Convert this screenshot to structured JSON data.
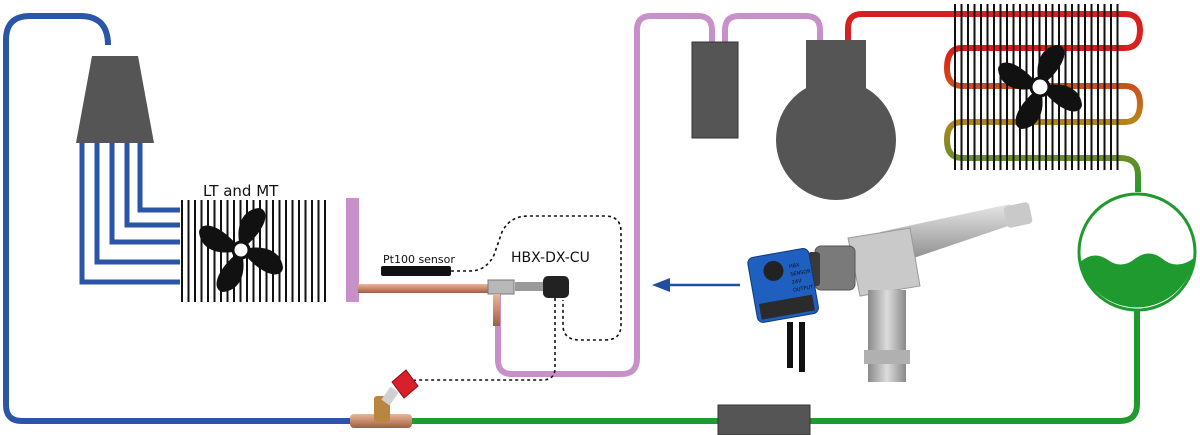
{
  "diagram": {
    "labels": {
      "evaporator": "LT and MT",
      "sensor": "Pt100 sensor",
      "controller": "HBX-DX-CU"
    },
    "sensor_device": {
      "text_lines": [
        "HBX",
        "SENSOR",
        "24V",
        "OUTPUT"
      ]
    },
    "colors": {
      "suction_line": "#2a56a8",
      "liquid_line": "#1f9a2e",
      "discharge_line": "#d82020",
      "suction_gas_line": "#c890c8",
      "component": "#555555",
      "signal_wire": "#111111",
      "flow_arrow": "#1e4fa0",
      "valve": "#d8202a"
    },
    "icons": [
      "fan-icon",
      "fan-icon",
      "flow-arrow-icon"
    ]
  }
}
